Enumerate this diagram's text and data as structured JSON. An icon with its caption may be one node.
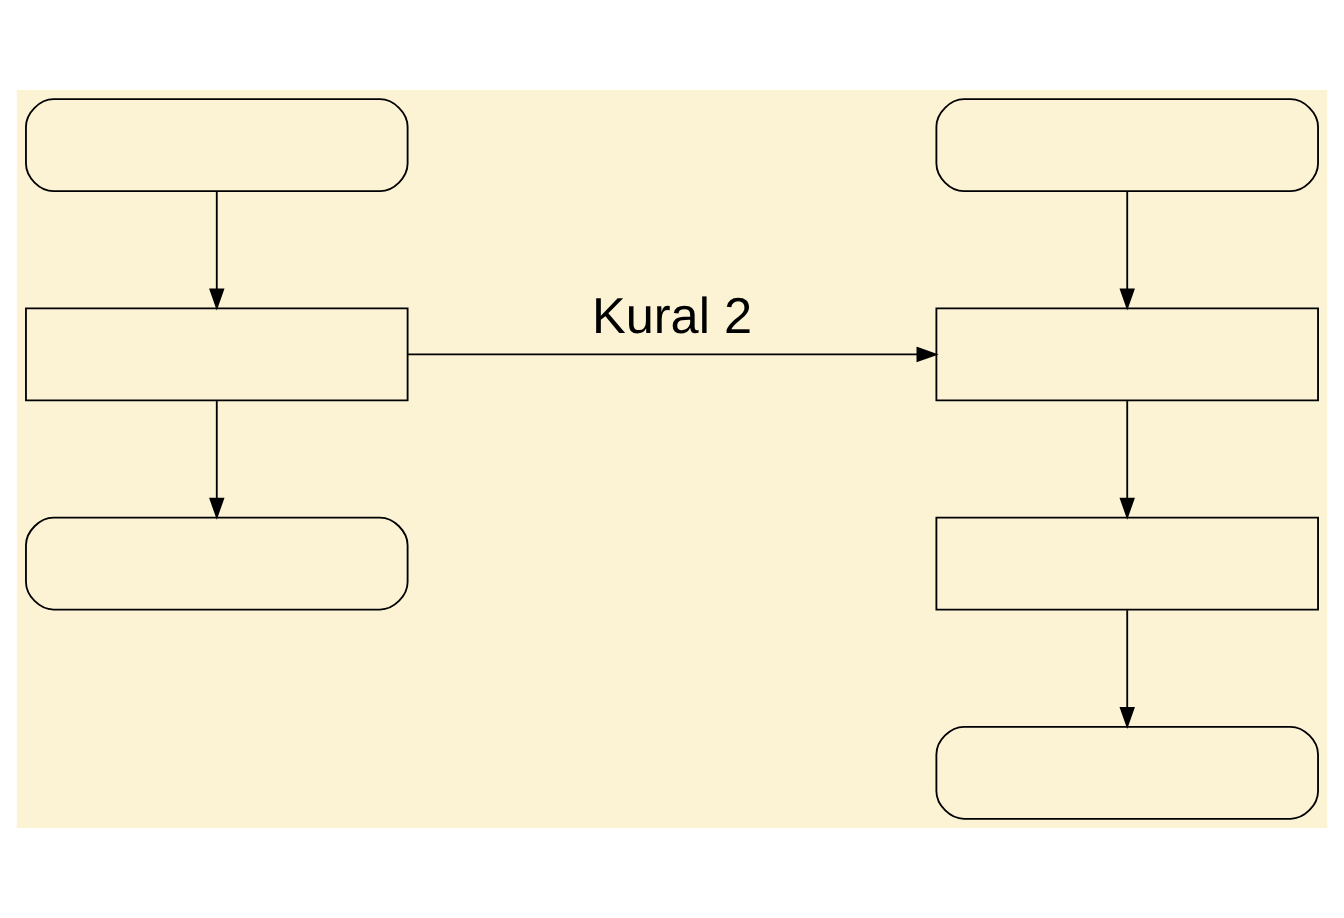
{
  "diagram": {
    "nodes": [
      {
        "text": [],
        "shape": "box"
      },
      {
        "text": [],
        "shape": "box"
      },
      {
        "text": [],
        "shape": "box"
      },
      {
        "text": [],
        "shape": "box"
      },
      {
        "text": [],
        "shape": "box"
      },
      {
        "text": [],
        "shape": "box"
      },
      {
        "text": [],
        "shape": "box"
      }
    ],
    "edges": [
      {
        "from": 0,
        "to": 1,
        "arrow": "to"
      },
      {
        "from": 1,
        "to": 2,
        "arrow": "to"
      },
      {
        "from": 3,
        "to": 4,
        "arrow": "to"
      },
      {
        "from": 4,
        "to": 5,
        "arrow": "to"
      },
      {
        "from": 5,
        "to": 6,
        "arrow": "to"
      },
      {
        "from": 1,
        "to": 4,
        "arrow": "to",
        "label": "Kural 2"
      }
    ]
  }
}
